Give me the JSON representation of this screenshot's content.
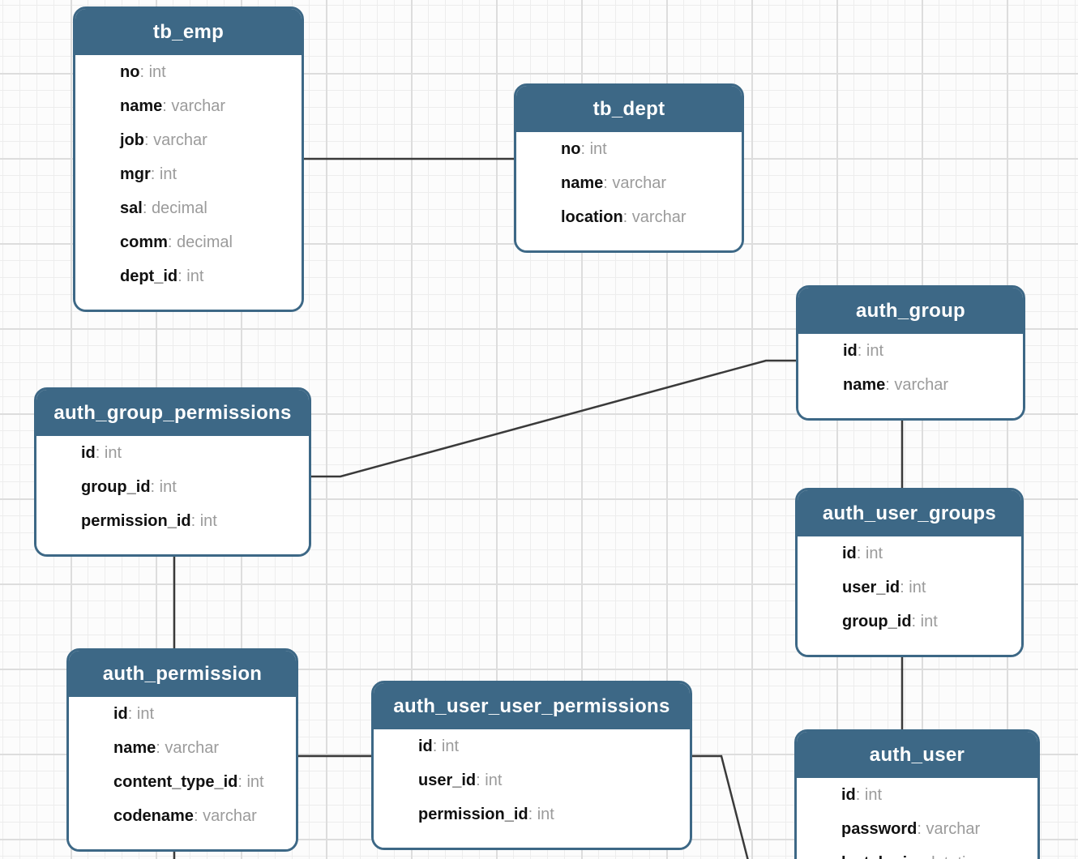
{
  "diagram": {
    "kind": "database-er-diagram"
  },
  "colors": {
    "table_header_bg": "#3d6886",
    "table_border": "#3d6886",
    "header_text": "#ffffff",
    "field_name": "#111111",
    "field_type": "#9b9b9b",
    "relationship_line": "#3a3a3a",
    "grid_minor": "#ededed",
    "grid_major": "#dddddd",
    "canvas_bg": "#fcfcfc"
  },
  "tables": [
    {
      "name": "tb_emp",
      "fields": [
        {
          "name": "no",
          "type": "int"
        },
        {
          "name": "name",
          "type": "varchar"
        },
        {
          "name": "job",
          "type": "varchar"
        },
        {
          "name": "mgr",
          "type": "int"
        },
        {
          "name": "sal",
          "type": "decimal"
        },
        {
          "name": "comm",
          "type": "decimal"
        },
        {
          "name": "dept_id",
          "type": "int"
        }
      ]
    },
    {
      "name": "tb_dept",
      "fields": [
        {
          "name": "no",
          "type": "int"
        },
        {
          "name": "name",
          "type": "varchar"
        },
        {
          "name": "location",
          "type": "varchar"
        }
      ]
    },
    {
      "name": "auth_group",
      "fields": [
        {
          "name": "id",
          "type": "int"
        },
        {
          "name": "name",
          "type": "varchar"
        }
      ]
    },
    {
      "name": "auth_group_permissions",
      "fields": [
        {
          "name": "id",
          "type": "int"
        },
        {
          "name": "group_id",
          "type": "int"
        },
        {
          "name": "permission_id",
          "type": "int"
        }
      ]
    },
    {
      "name": "auth_user_groups",
      "fields": [
        {
          "name": "id",
          "type": "int"
        },
        {
          "name": "user_id",
          "type": "int"
        },
        {
          "name": "group_id",
          "type": "int"
        }
      ]
    },
    {
      "name": "auth_permission",
      "fields": [
        {
          "name": "id",
          "type": "int"
        },
        {
          "name": "name",
          "type": "varchar"
        },
        {
          "name": "content_type_id",
          "type": "int"
        },
        {
          "name": "codename",
          "type": "varchar"
        }
      ]
    },
    {
      "name": "auth_user_user_permissions",
      "fields": [
        {
          "name": "id",
          "type": "int"
        },
        {
          "name": "user_id",
          "type": "int"
        },
        {
          "name": "permission_id",
          "type": "int"
        }
      ]
    },
    {
      "name": "auth_user",
      "fields": [
        {
          "name": "id",
          "type": "int"
        },
        {
          "name": "password",
          "type": "varchar"
        },
        {
          "name": "last_login",
          "type": "datetime"
        }
      ]
    }
  ],
  "relationships": [
    {
      "from": "tb_emp",
      "to": "tb_dept"
    },
    {
      "from": "auth_group_permissions",
      "to": "auth_group"
    },
    {
      "from": "auth_group",
      "to": "auth_user_groups"
    },
    {
      "from": "auth_user_groups",
      "to": "auth_user"
    },
    {
      "from": "auth_group_permissions",
      "to": "auth_permission"
    },
    {
      "from": "auth_permission",
      "to": "auth_user_user_permissions"
    },
    {
      "from": "auth_user_user_permissions",
      "to": "offscreen-bottom"
    },
    {
      "from": "auth_permission",
      "to": "offscreen-bottom"
    }
  ]
}
